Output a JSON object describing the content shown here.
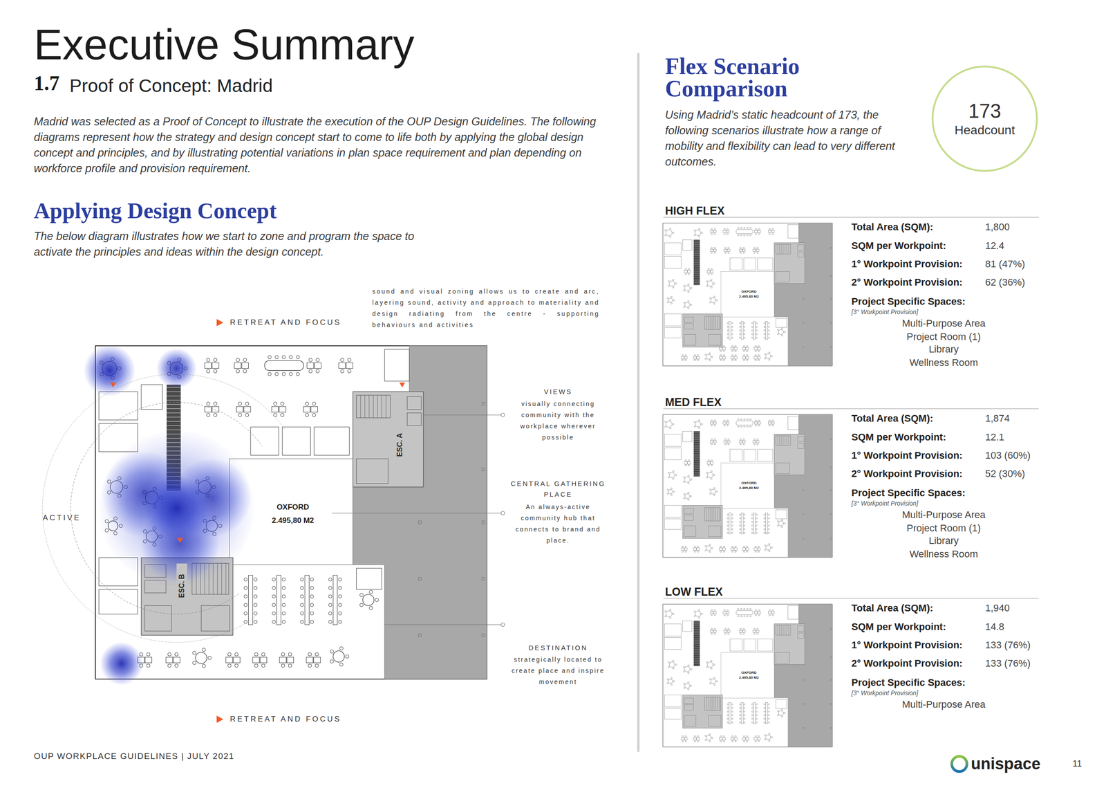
{
  "diagram": {
    "title": "Executive Summary",
    "nodes": [
      {
        "text": [
          "173",
          "Headcount"
        ]
      }
    ],
    "labels": [
      "1.7",
      "Proof of Concept: Madrid",
      "Madrid was selected as a Proof of Concept to illustrate the execution of the OUP Design Guidelines. The following diagrams represent how the strategy and design concept start to come to life both by applying the global design concept and principles, and by illustrating potential variations in plan space requirement and plan depending on workforce profile and provision requirement.",
      "Applying Design Concept",
      "The below diagram illustrates how we start to zone and program the space to activate the principles and ideas within the design concept.",
      "RETREAT AND FOCUS",
      "sound and visual zoning allows us to create and arc, layering sound, activity and approach to materiality and design radiating from the centre - supporting behaviours and activities",
      "ACTIVE",
      "OXFORD",
      "2.495,80 M2",
      "ESC. A",
      "ESC. B",
      "VIEWS",
      "visually connecting community with the workplace wherever possible",
      "CENTRAL GATHERING PLACE",
      "An always-active community hub that connects to brand and place.",
      "DESTINATION",
      "strategically located to create place and inspire movement",
      "RETREAT AND FOCUS",
      "OUP WORKPLACE GUIDELINES | JULY 2021",
      "Flex Scenario Comparison",
      "Using Madrid’s static headcount of 173, the following scenarios illustrate how a range of mobility and flexibility can lead to very different outcomes.",
      "HIGH FLEX",
      "OXFORD",
      "2.495,80 M2",
      "Total Area (SQM):",
      "1,800",
      "SQM per Workpoint:",
      "12.4",
      "1° Workpoint Provision:",
      "81 (47%)",
      "2° Workpoint Provision:",
      "62 (36%)",
      "Project Specific Spaces:",
      "[3° Workpoint Provision]",
      "Multi-Purpose Area",
      "Project Room (1)",
      "Library",
      "Wellness Room",
      "MED FLEX",
      "OXFORD",
      "2.495,80 M2",
      "Total Area (SQM):",
      "1,874",
      "SQM per Workpoint:",
      "12.1",
      "1° Workpoint Provision:",
      "103 (60%)",
      "2° Workpoint Provision:",
      "52 (30%)",
      "Project Specific Spaces:",
      "[3° Workpoint Provision]",
      "Multi-Purpose Area",
      "Project Room (1)",
      "Library",
      "Wellness Room",
      "LOW FLEX",
      "OXFORD",
      "2.495,80 M2",
      "Total Area (SQM):",
      "1,940",
      "SQM per Workpoint:",
      "14.8",
      "1° Workpoint Provision:",
      "133 (76%)",
      "2° Workpoint Provision:",
      "133 (76%)",
      "Project Specific Spaces:",
      "[3° Workpoint Provision]",
      "Multi-Purpose Area",
      "unispace",
      "11"
    ]
  }
}
